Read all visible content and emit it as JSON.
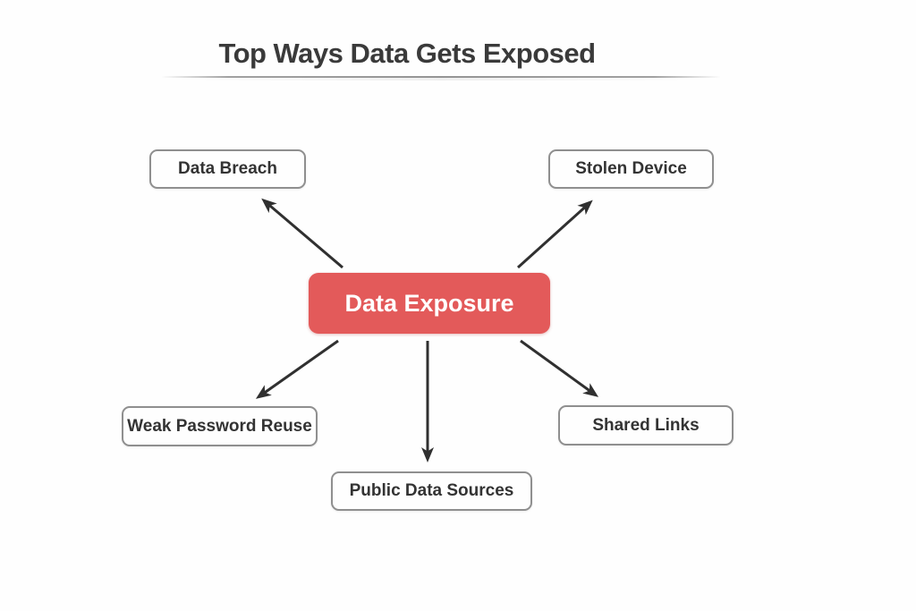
{
  "title": "Top Ways Data Gets Exposed",
  "diagram": {
    "center_node": {
      "id": "data-exposure",
      "label": "Data Exposure",
      "fill": "#e35a5a",
      "text_color": "#ffffff"
    },
    "outer_nodes": [
      {
        "id": "data-breach",
        "label": "Data Breach",
        "position": "top-left"
      },
      {
        "id": "stolen-device",
        "label": "Stolen Device",
        "position": "top-right"
      },
      {
        "id": "weak-password-reuse",
        "label": "Weak Password Reuse",
        "position": "bottom-left"
      },
      {
        "id": "public-data-sources",
        "label": "Public Data Sources",
        "position": "bottom-center"
      },
      {
        "id": "shared-links",
        "label": "Shared Links",
        "position": "bottom-right"
      }
    ],
    "edges": [
      {
        "from": "data-exposure",
        "to": "data-breach"
      },
      {
        "from": "data-exposure",
        "to": "stolen-device"
      },
      {
        "from": "data-exposure",
        "to": "weak-password-reuse"
      },
      {
        "from": "data-exposure",
        "to": "public-data-sources"
      },
      {
        "from": "data-exposure",
        "to": "shared-links"
      }
    ],
    "colors": {
      "background": "#fefefe",
      "title_text": "#3a3a3a",
      "node_border": "#8f8f8f",
      "node_text": "#333333",
      "arrow": "#303030",
      "center_fill": "#e35a5a",
      "center_text": "#ffffff"
    }
  }
}
